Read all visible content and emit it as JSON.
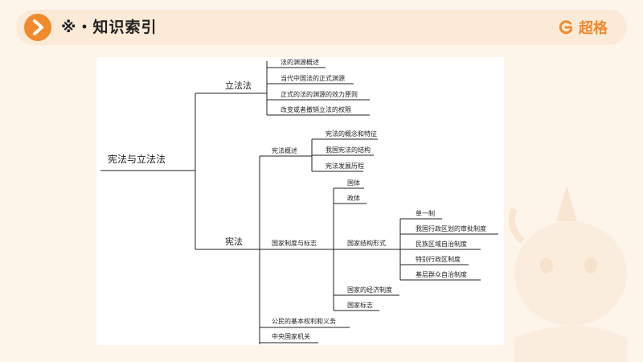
{
  "header": {
    "title": "※・知识索引",
    "brand_name": "超格"
  },
  "mindmap": {
    "root": "宪法与立法法",
    "branch_1": {
      "label": "立法法",
      "children": [
        "法的渊源概述",
        "当代中国法的正式渊源",
        "正式的法的渊源的效力原则",
        "改变或者撤销立法的权限"
      ]
    },
    "branch_2": {
      "label": "宪法",
      "overview": {
        "label": "宪法概述",
        "children": [
          "宪法的概念和特征",
          "我国宪法的结构",
          "宪法发展历程"
        ]
      },
      "system": {
        "label": "国家制度与标志",
        "state_system": "国体",
        "government_form": "政体",
        "structure": {
          "label": "国家结构形式",
          "children": [
            "单一制",
            "我国行政区划的审批制度",
            "民族区域自治制度",
            "特别行政区制度",
            "基层群众自治制度"
          ]
        },
        "economic_system": "国家的经济制度",
        "national_symbols": "国家标志"
      },
      "rights": "公民的基本权利和义务",
      "organs": "中央国家机关"
    }
  },
  "colors": {
    "accent": "#f08a2c",
    "header_bg": "#fbead7",
    "page_bg": "#fdf4ea"
  }
}
